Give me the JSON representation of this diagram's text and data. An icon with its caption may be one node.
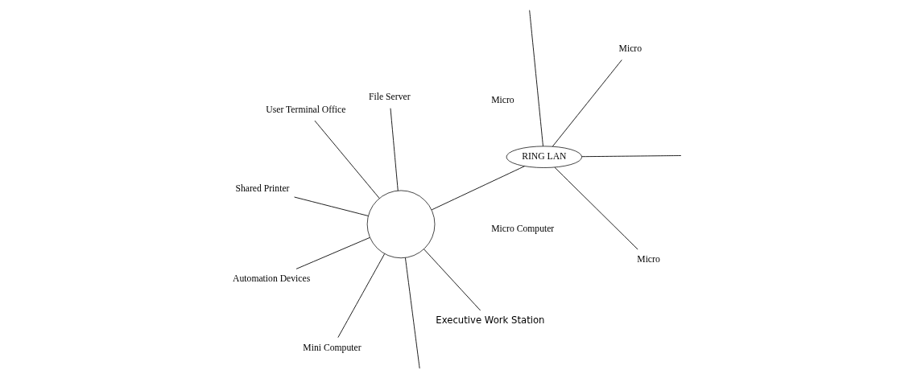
{
  "diagram": {
    "nodes": [
      {
        "text": [],
        "shape": "circle"
      },
      {
        "text": [
          "File Server"
        ]
      },
      {
        "text": [
          "Mini Computer"
        ]
      },
      {
        "text": [
          "Shared Printer"
        ]
      },
      {
        "text": [
          "Micro"
        ]
      },
      {
        "text": [
          "User Terminal Office"
        ]
      },
      {
        "text": [
          "Automation Devices"
        ]
      },
      {
        "text": [
          "RING LAN"
        ]
      },
      {
        "text": [
          "Micro"
        ]
      },
      {
        "text": [
          "Executive Work Station"
        ]
      }
    ],
    "edges": [
      {
        "from": 0,
        "to": 1,
        "arrow": "none"
      },
      {
        "from": 0,
        "to": 2,
        "arrow": "none"
      },
      {
        "from": 0,
        "to": 3,
        "arrow": "none"
      },
      {
        "from": 0,
        "to": null,
        "arrow": "none"
      },
      {
        "from": 0,
        "to": 5,
        "arrow": "none"
      },
      {
        "from": 0,
        "to": 6,
        "arrow": "none"
      },
      {
        "from": 0,
        "to": 7,
        "arrow": "none"
      },
      {
        "from": 0,
        "to": 9,
        "arrow": "none"
      },
      {
        "from": 7,
        "to": 4,
        "arrow": "none"
      },
      {
        "from": 7,
        "to": null,
        "arrow": "none"
      },
      {
        "from": 7,
        "to": 8,
        "arrow": "none"
      },
      {
        "from": 7,
        "to": null,
        "arrow": "none"
      }
    ],
    "labels": [
      "Micro Computer",
      "Micro"
    ]
  }
}
